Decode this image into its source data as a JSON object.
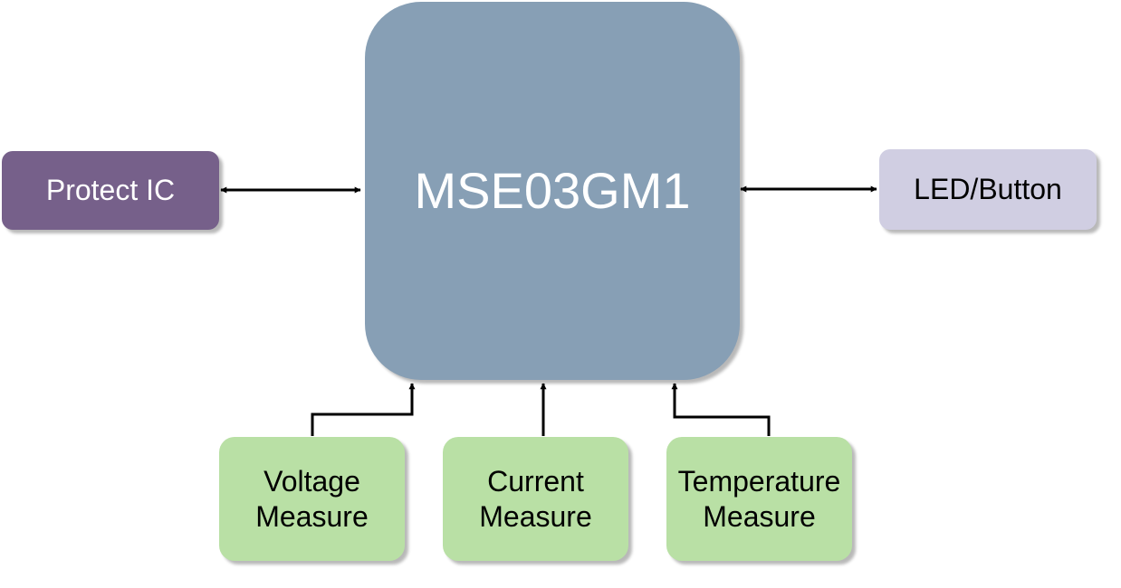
{
  "diagram": {
    "blocks": {
      "mcu": "MSE03GM1",
      "protect": "Protect IC",
      "led": "LED/Button",
      "voltage": "Voltage\nMeasure",
      "current": "Current\nMeasure",
      "temperature": "Temperature\nMeasure"
    },
    "colors": {
      "mcu": "#879fb5",
      "protect": "#76608a",
      "led": "#d0cee2",
      "measure": "#b9e0a5",
      "connector": "#000000"
    }
  }
}
